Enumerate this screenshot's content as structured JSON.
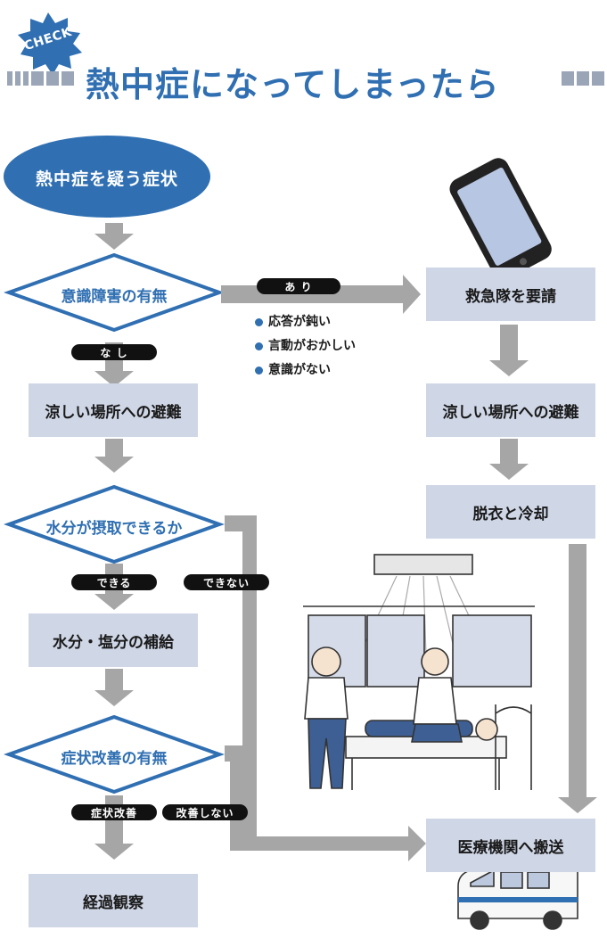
{
  "header": {
    "badge": "CHECK",
    "title": "熱中症になってしまったら"
  },
  "flow": {
    "start": "熱中症を疑う症状",
    "q1": "意識障害の有無",
    "q1_yes": "あ り",
    "q1_no": "な し",
    "q1_yes_examples": [
      "応答が鈍い",
      "言動がおかしい",
      "意識がない"
    ],
    "call_ambulance": "救急隊を要請",
    "evacuate_left": "涼しい場所への避難",
    "evacuate_right": "涼しい場所への避難",
    "undress_cool": "脱衣と冷却",
    "q2": "水分が摂取できるか",
    "q2_yes": "できる",
    "q2_no": "できない",
    "hydrate": "水分・塩分の補給",
    "q3": "症状改善の有無",
    "q3_yes": "症状改善",
    "q3_no": "改善しない",
    "observe": "経過観察",
    "hospital": "医療機関へ搬送"
  },
  "colors": {
    "blue": "#2f6fb2",
    "box_fill": "#cfd6e6",
    "arrow": "#a6a6a6",
    "pill": "#111111"
  },
  "icons": [
    "smartphone-icon",
    "ambulance-icon",
    "first-aid-scene-illustration"
  ]
}
